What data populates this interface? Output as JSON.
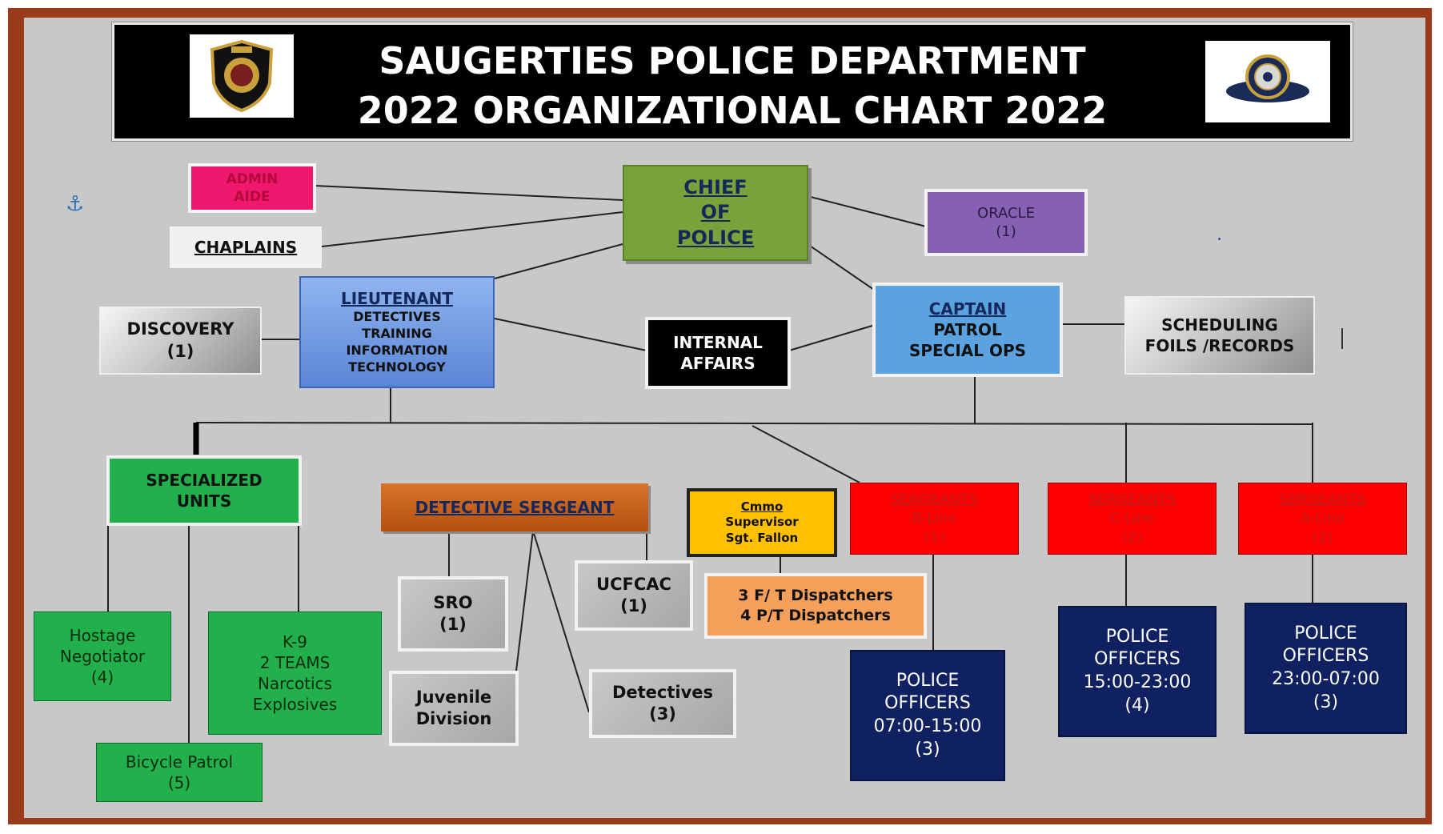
{
  "header": {
    "title_line1": "SAUGERTIES POLICE DEPARTMENT",
    "title_line2": "2022 ORGANIZATIONAL CHART 2022"
  },
  "nodes": {
    "admin_aide": {
      "line1": "ADMIN",
      "line2": "AIDE"
    },
    "chaplains": {
      "line1": "CHAPLAINS"
    },
    "chief": {
      "line1": "CHIEF",
      "line2": "OF",
      "line3": "POLICE"
    },
    "oracle": {
      "line1": "ORACLE",
      "line2": "(1)"
    },
    "discovery": {
      "line1": "DISCOVERY",
      "line2": "(1)"
    },
    "lieutenant": {
      "line1": "LIEUTENANT",
      "line2": "DETECTIVES",
      "line3": "TRAINING",
      "line4": "INFORMATION",
      "line5": "TECHNOLOGY"
    },
    "internal_affairs": {
      "line1": "INTERNAL",
      "line2": "AFFAIRS"
    },
    "captain": {
      "line1": "CAPTAIN",
      "line2": "PATROL",
      "line3": "SPECIAL OPS"
    },
    "scheduling": {
      "line1": "SCHEDULING",
      "line2": "FOILS /RECORDS"
    },
    "specialized_units": {
      "line1": "SPECIALIZED",
      "line2": "UNITS"
    },
    "detective_sergeant": {
      "line1": "DETECTIVE SERGEANT"
    },
    "cmmo": {
      "line1": "Cmmo",
      "line2": "Supervisor",
      "line3": "Sgt. Fallon"
    },
    "sgt_b": {
      "line1": "SERGEANTS",
      "line2": "B-Line",
      "line3": "(1)"
    },
    "sgt_c": {
      "line1": "SERGEANTS",
      "line2": "C-Line",
      "line3": "(2)"
    },
    "sgt_a": {
      "line1": "SERGEANTS",
      "line2": "A-Line",
      "line3": "(2)"
    },
    "sro": {
      "line1": "SRO",
      "line2": "(1)"
    },
    "ucfcac": {
      "line1": "UCFCAC",
      "line2": "(1)"
    },
    "dispatchers": {
      "line1": "3 F/ T Dispatchers",
      "line2": "4 P/T Dispatchers"
    },
    "hostage": {
      "line1": "Hostage",
      "line2": "Negotiator",
      "line3": "(4)"
    },
    "k9": {
      "line1": "K-9",
      "line2": "2 TEAMS",
      "line3": "Narcotics",
      "line4": "Explosives"
    },
    "juvenile": {
      "line1": "Juvenile",
      "line2": "Division"
    },
    "detectives": {
      "line1": "Detectives",
      "line2": "(3)"
    },
    "officers_b": {
      "line1": "POLICE",
      "line2": "OFFICERS",
      "line3": "07:00-15:00",
      "line4": "(3)"
    },
    "officers_c": {
      "line1": "POLICE",
      "line2": "OFFICERS",
      "line3": "15:00-23:00",
      "line4": "(4)"
    },
    "officers_a": {
      "line1": "POLICE",
      "line2": "OFFICERS",
      "line3": "23:00-07:00",
      "line4": "(3)"
    },
    "bicycle": {
      "line1": "Bicycle Patrol",
      "line2": "(5)"
    }
  },
  "colors": {
    "frame": "#9c3b1b",
    "background": "#c8c8c8",
    "chief": "#77a33a",
    "admin_aide": "#f0176f",
    "oracle": "#8660b2",
    "lieutenant": "#6b97df",
    "captain": "#5aa3e0",
    "green": "#21b04b",
    "red": "#ff0000",
    "navy": "#0f2160",
    "detective_sergeant": "#c55a11",
    "cmmo": "#ffc000",
    "dispatchers": "#f4a05a"
  },
  "icons": {
    "left_logo": "police-badge-icon",
    "right_logo": "police-seal-icon",
    "anchor": "anchor-icon"
  }
}
